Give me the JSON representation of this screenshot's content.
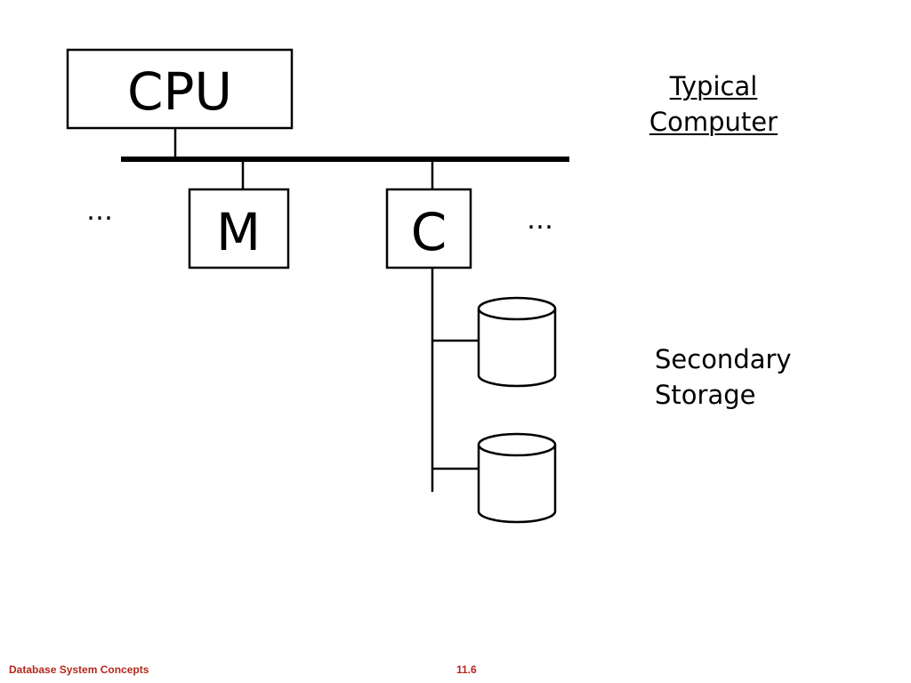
{
  "diagram": {
    "cpu_label": "CPU",
    "memory_label": "M",
    "controller_label": "C",
    "ellipsis_left": "…",
    "ellipsis_right": "…",
    "title_lines": [
      "Typical",
      "Computer"
    ],
    "storage_lines": [
      "Secondary",
      "Storage"
    ]
  },
  "footer": {
    "left": "Database System Concepts",
    "right": "11.6"
  },
  "colors": {
    "stroke": "#000000",
    "footer_text": "#b5281c"
  }
}
